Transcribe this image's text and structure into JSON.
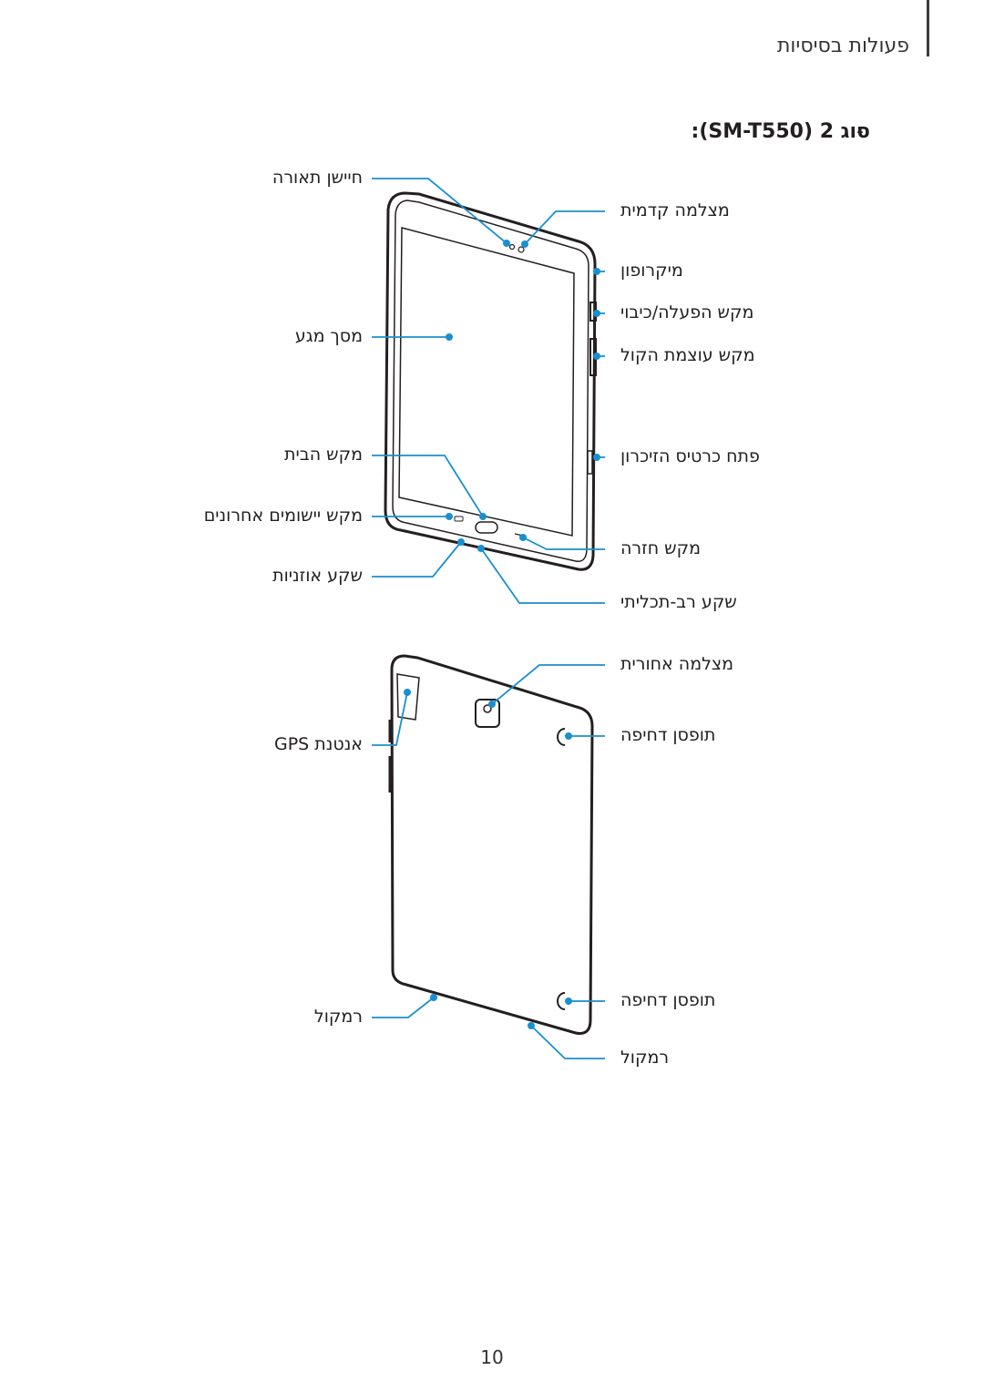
{
  "header": {
    "section_name": "פעולות בסיסיות"
  },
  "model": {
    "title": "סוג 2 (SM-T550):",
    "bullet": "-"
  },
  "front_labels": {
    "light_sensor": "חיישן תאורה",
    "touchscreen": "מסך מגע",
    "home_key": "מקש הבית",
    "recent_apps_key": "מקש יישומים אחרונים",
    "earphone_jack": "שקע אוזניות",
    "front_camera": "מצלמה קדמית",
    "microphone": "מיקרופון",
    "power_key": "מקש הפעלה/כיבוי",
    "volume_key": "מקש עוצמת הקול",
    "memory_card_slot": "פתח כרטיס הזיכרון",
    "back_key": "מקש חזרה",
    "multipurpose_jack": "שקע רב-תכליתי"
  },
  "back_labels": {
    "rear_camera": "מצלמה אחורית",
    "gps_antenna": "אנטנת GPS",
    "docking_pin_upper": "תופסן דחיפה",
    "docking_pin_lower": "תופסן דחיפה",
    "speaker_left": "רמקול",
    "speaker_right": "רמקול"
  },
  "page_number": "10",
  "colors": {
    "callout": "#1a8fd0",
    "outline": "#231f20"
  }
}
